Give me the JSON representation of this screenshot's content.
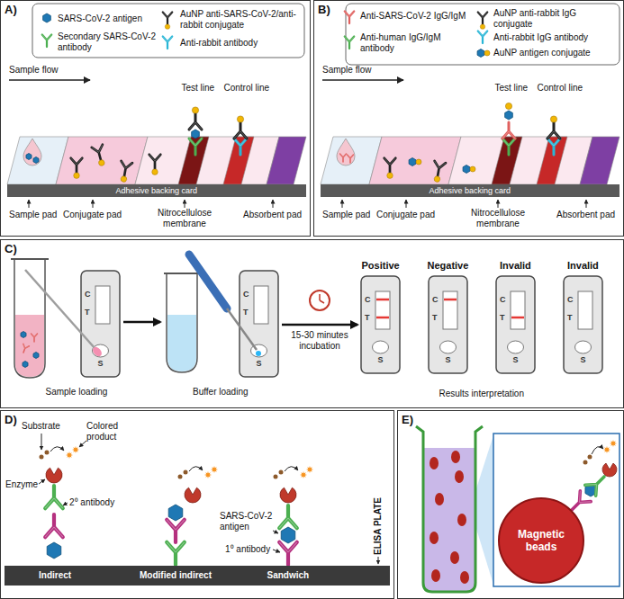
{
  "diagram": {
    "nodes": [
      {
        "text": [
          "A)"
        ]
      },
      {
        "text": [
          "Adhesive backing card"
        ],
        "in": 0
      },
      {
        "text": [
          "B)"
        ]
      },
      {
        "text": [
          "Adhesive backing card"
        ],
        "in": 2
      },
      {
        "text": [
          "C)"
        ]
      },
      {
        "text": [
          "C",
          "T",
          "S"
        ],
        "in": 4
      },
      {
        "text": [
          "Buffer loading"
        ],
        "in": 4
      },
      {
        "text": [
          "C",
          "T",
          "S"
        ],
        "in": 4
      },
      {
        "text": [
          "Positive",
          "C",
          "T",
          "S"
        ],
        "in": 4
      },
      {
        "text": [
          "Negative",
          "C",
          "T",
          "S"
        ],
        "in": 4
      },
      {
        "text": [
          "Invalid",
          "C",
          "T",
          "S"
        ],
        "in": 4
      },
      {
        "text": [
          "Invalid",
          "C",
          "T",
          "S"
        ],
        "in": 4
      },
      {
        "text": [
          "D)"
        ]
      },
      {
        "text": [
          "Indirect",
          "Modified indirect",
          "Sandwich"
        ],
        "in": 12
      },
      {
        "text": [
          "E)"
        ]
      },
      {
        "text": [
          "Magnetic beads"
        ],
        "in": 14
      }
    ],
    "edges": [
      {
        "from": 5,
        "to": 6,
        "arrow": "to"
      },
      {
        "from": 7,
        "to": 8,
        "label": "15-30 minutes incubation",
        "arrow": "to"
      }
    ],
    "labels": [
      "Sample flow",
      "Test line",
      "Control line",
      "Sample pad",
      "Conjugate pad",
      "Nitrocellulose membrane",
      "Absorbent pad",
      "Sample flow",
      "Test line",
      "Control line",
      "Sample pad",
      "Conjugate pad",
      "Nitrocellulose membrane",
      "Absorbent pad",
      "Sample loading",
      "Results interpretation",
      "Substrate",
      "Colored product",
      "Enzyme",
      "2⁰ antibody",
      "SARS-CoV-2 antigen",
      "1⁰ antibody",
      "ELISA PLATE"
    ],
    "legend": [
      {
        "text": "SARS-CoV-2 antigen"
      },
      {
        "text": "AuNP anti-SARS-CoV-2/anti-rabbit conjugate"
      },
      {
        "text": "Secondary SARS-CoV-2 antibody"
      },
      {
        "text": "Anti-rabbit antibody"
      },
      {
        "text": "Anti-SARS-CoV-2 IgG/IgM"
      },
      {
        "text": "AuNP anti-rabbit IgG conjugate"
      },
      {
        "text": "Anti-human IgG/IgM antibody"
      },
      {
        "text": "Anti-rabbit IgG antibody"
      },
      {
        "text": "AuNP antigen conjugate"
      }
    ]
  }
}
